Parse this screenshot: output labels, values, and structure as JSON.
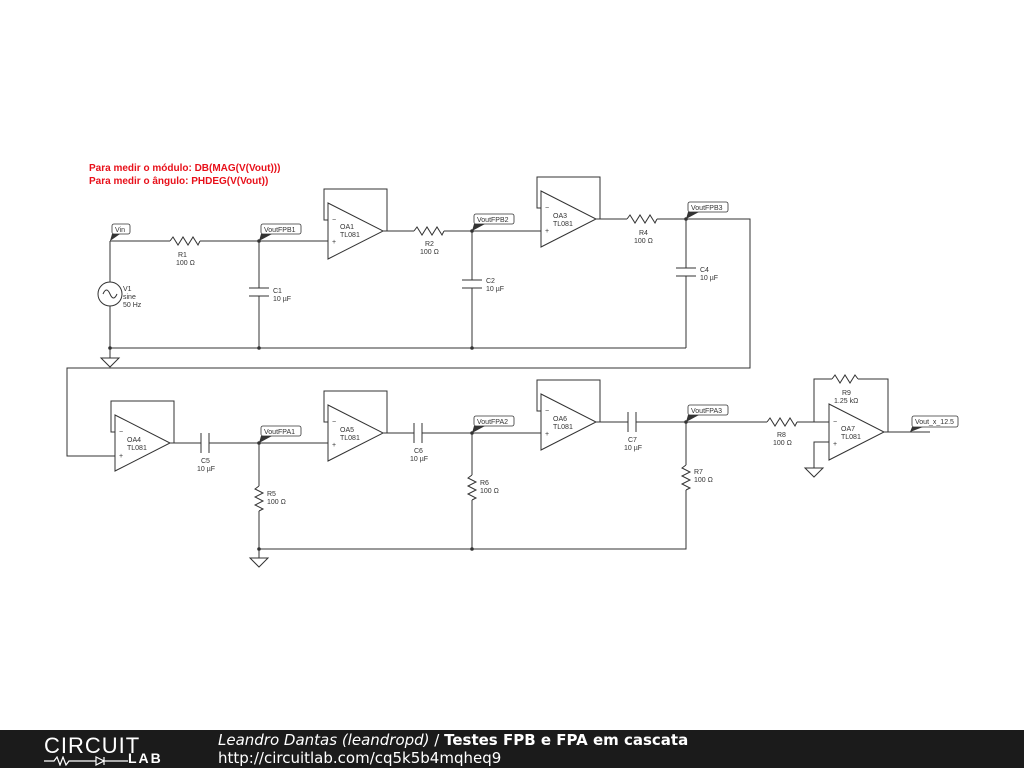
{
  "annotations": {
    "line1": "Para medir o módulo: DB(MAG(V(Vout)))",
    "line2": "Para medir o ângulo: PHDEG(V(Vout))"
  },
  "source": {
    "name": "V1",
    "type": "sine",
    "freq": "50 Hz"
  },
  "resistors": [
    {
      "name": "R1",
      "value": "100 Ω"
    },
    {
      "name": "R2",
      "value": "100 Ω"
    },
    {
      "name": "R4",
      "value": "100 Ω"
    },
    {
      "name": "R5",
      "value": "100 Ω"
    },
    {
      "name": "R6",
      "value": "100 Ω"
    },
    {
      "name": "R7",
      "value": "100 Ω"
    },
    {
      "name": "R8",
      "value": "100 Ω"
    },
    {
      "name": "R9",
      "value": "1.25 kΩ"
    }
  ],
  "capacitors": [
    {
      "name": "C1",
      "value": "10 µF"
    },
    {
      "name": "C2",
      "value": "10 µF"
    },
    {
      "name": "C4",
      "value": "10 µF"
    },
    {
      "name": "C5",
      "value": "10 µF"
    },
    {
      "name": "C6",
      "value": "10 µF"
    },
    {
      "name": "C7",
      "value": "10 µF"
    }
  ],
  "opamps": [
    {
      "name": "OA1",
      "model": "TL081"
    },
    {
      "name": "OA3",
      "model": "TL081"
    },
    {
      "name": "OA4",
      "model": "TL081"
    },
    {
      "name": "OA5",
      "model": "TL081"
    },
    {
      "name": "OA6",
      "model": "TL081"
    },
    {
      "name": "OA7",
      "model": "TL081"
    }
  ],
  "net_labels": {
    "vin": "Vin",
    "voutfpb1": "VoutFPB1",
    "voutfpb2": "VoutFPB2",
    "voutfpb3": "VoutFPB3",
    "voutfpa1": "VoutFPA1",
    "voutfpa2": "VoutFPA2",
    "voutfpa3": "VoutFPA3",
    "vout": "Vout_x_12.5"
  },
  "opamp_symbols": {
    "minus": "−",
    "plus": "+"
  },
  "footer": {
    "logo_top": "CIRCUIT",
    "logo_bottom": "LAB",
    "author": "Leandro Dantas (leandropd)",
    "separator": " / ",
    "title": "Testes FPB e FPA em cascata",
    "url": "http://circuitlab.com/cq5k5b4mqheq9"
  },
  "colors": {
    "wire": "#333333",
    "annotation": "#e8101a",
    "footer_bg": "#1b1b1b"
  }
}
